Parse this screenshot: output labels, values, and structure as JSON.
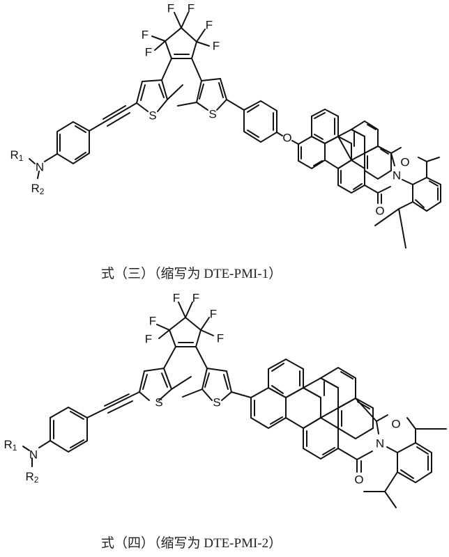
{
  "figure": {
    "structures": [
      {
        "id": "formula-3",
        "caption": "式（三）（缩写为 DTE-PMI-1）",
        "abbreviation": "DTE-PMI-1",
        "linker_atom": "O",
        "atom_labels": {
          "fluorines": [
            "F",
            "F",
            "F",
            "F",
            "F",
            "F"
          ],
          "sulfur_left": "S",
          "sulfur_right": "S",
          "linker_oxygen": "O",
          "imide_oxygen_top": "O",
          "imide_oxygen_bottom": "O",
          "imide_nitrogen": "N",
          "amine_nitrogen": "N",
          "r1": "R",
          "r1_sub": "1",
          "r2": "R",
          "r2_sub": "2"
        }
      },
      {
        "id": "formula-4",
        "caption": "式（四）（缩写为 DTE-PMI-2）",
        "abbreviation": "DTE-PMI-2",
        "linker_atom": "",
        "atom_labels": {
          "fluorines": [
            "F",
            "F",
            "F",
            "F",
            "F",
            "F"
          ],
          "sulfur_left": "S",
          "sulfur_right": "S",
          "imide_oxygen_top": "O",
          "imide_oxygen_bottom": "O",
          "imide_nitrogen": "N",
          "amine_nitrogen": "N",
          "r1": "R",
          "r1_sub": "1",
          "r2": "R",
          "r2_sub": "2"
        }
      }
    ]
  }
}
